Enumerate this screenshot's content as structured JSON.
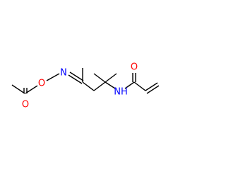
{
  "colors": {
    "bond": "#000000",
    "oxygen": "#ff0000",
    "nitrogen": "#0000ff",
    "background": "#ffffff"
  },
  "atoms": {
    "o_ester": "O",
    "o_carbonyl_acetyl": "O",
    "n_oxime": "N",
    "n_amide": "NH",
    "o_carbonyl_amide": "O"
  }
}
